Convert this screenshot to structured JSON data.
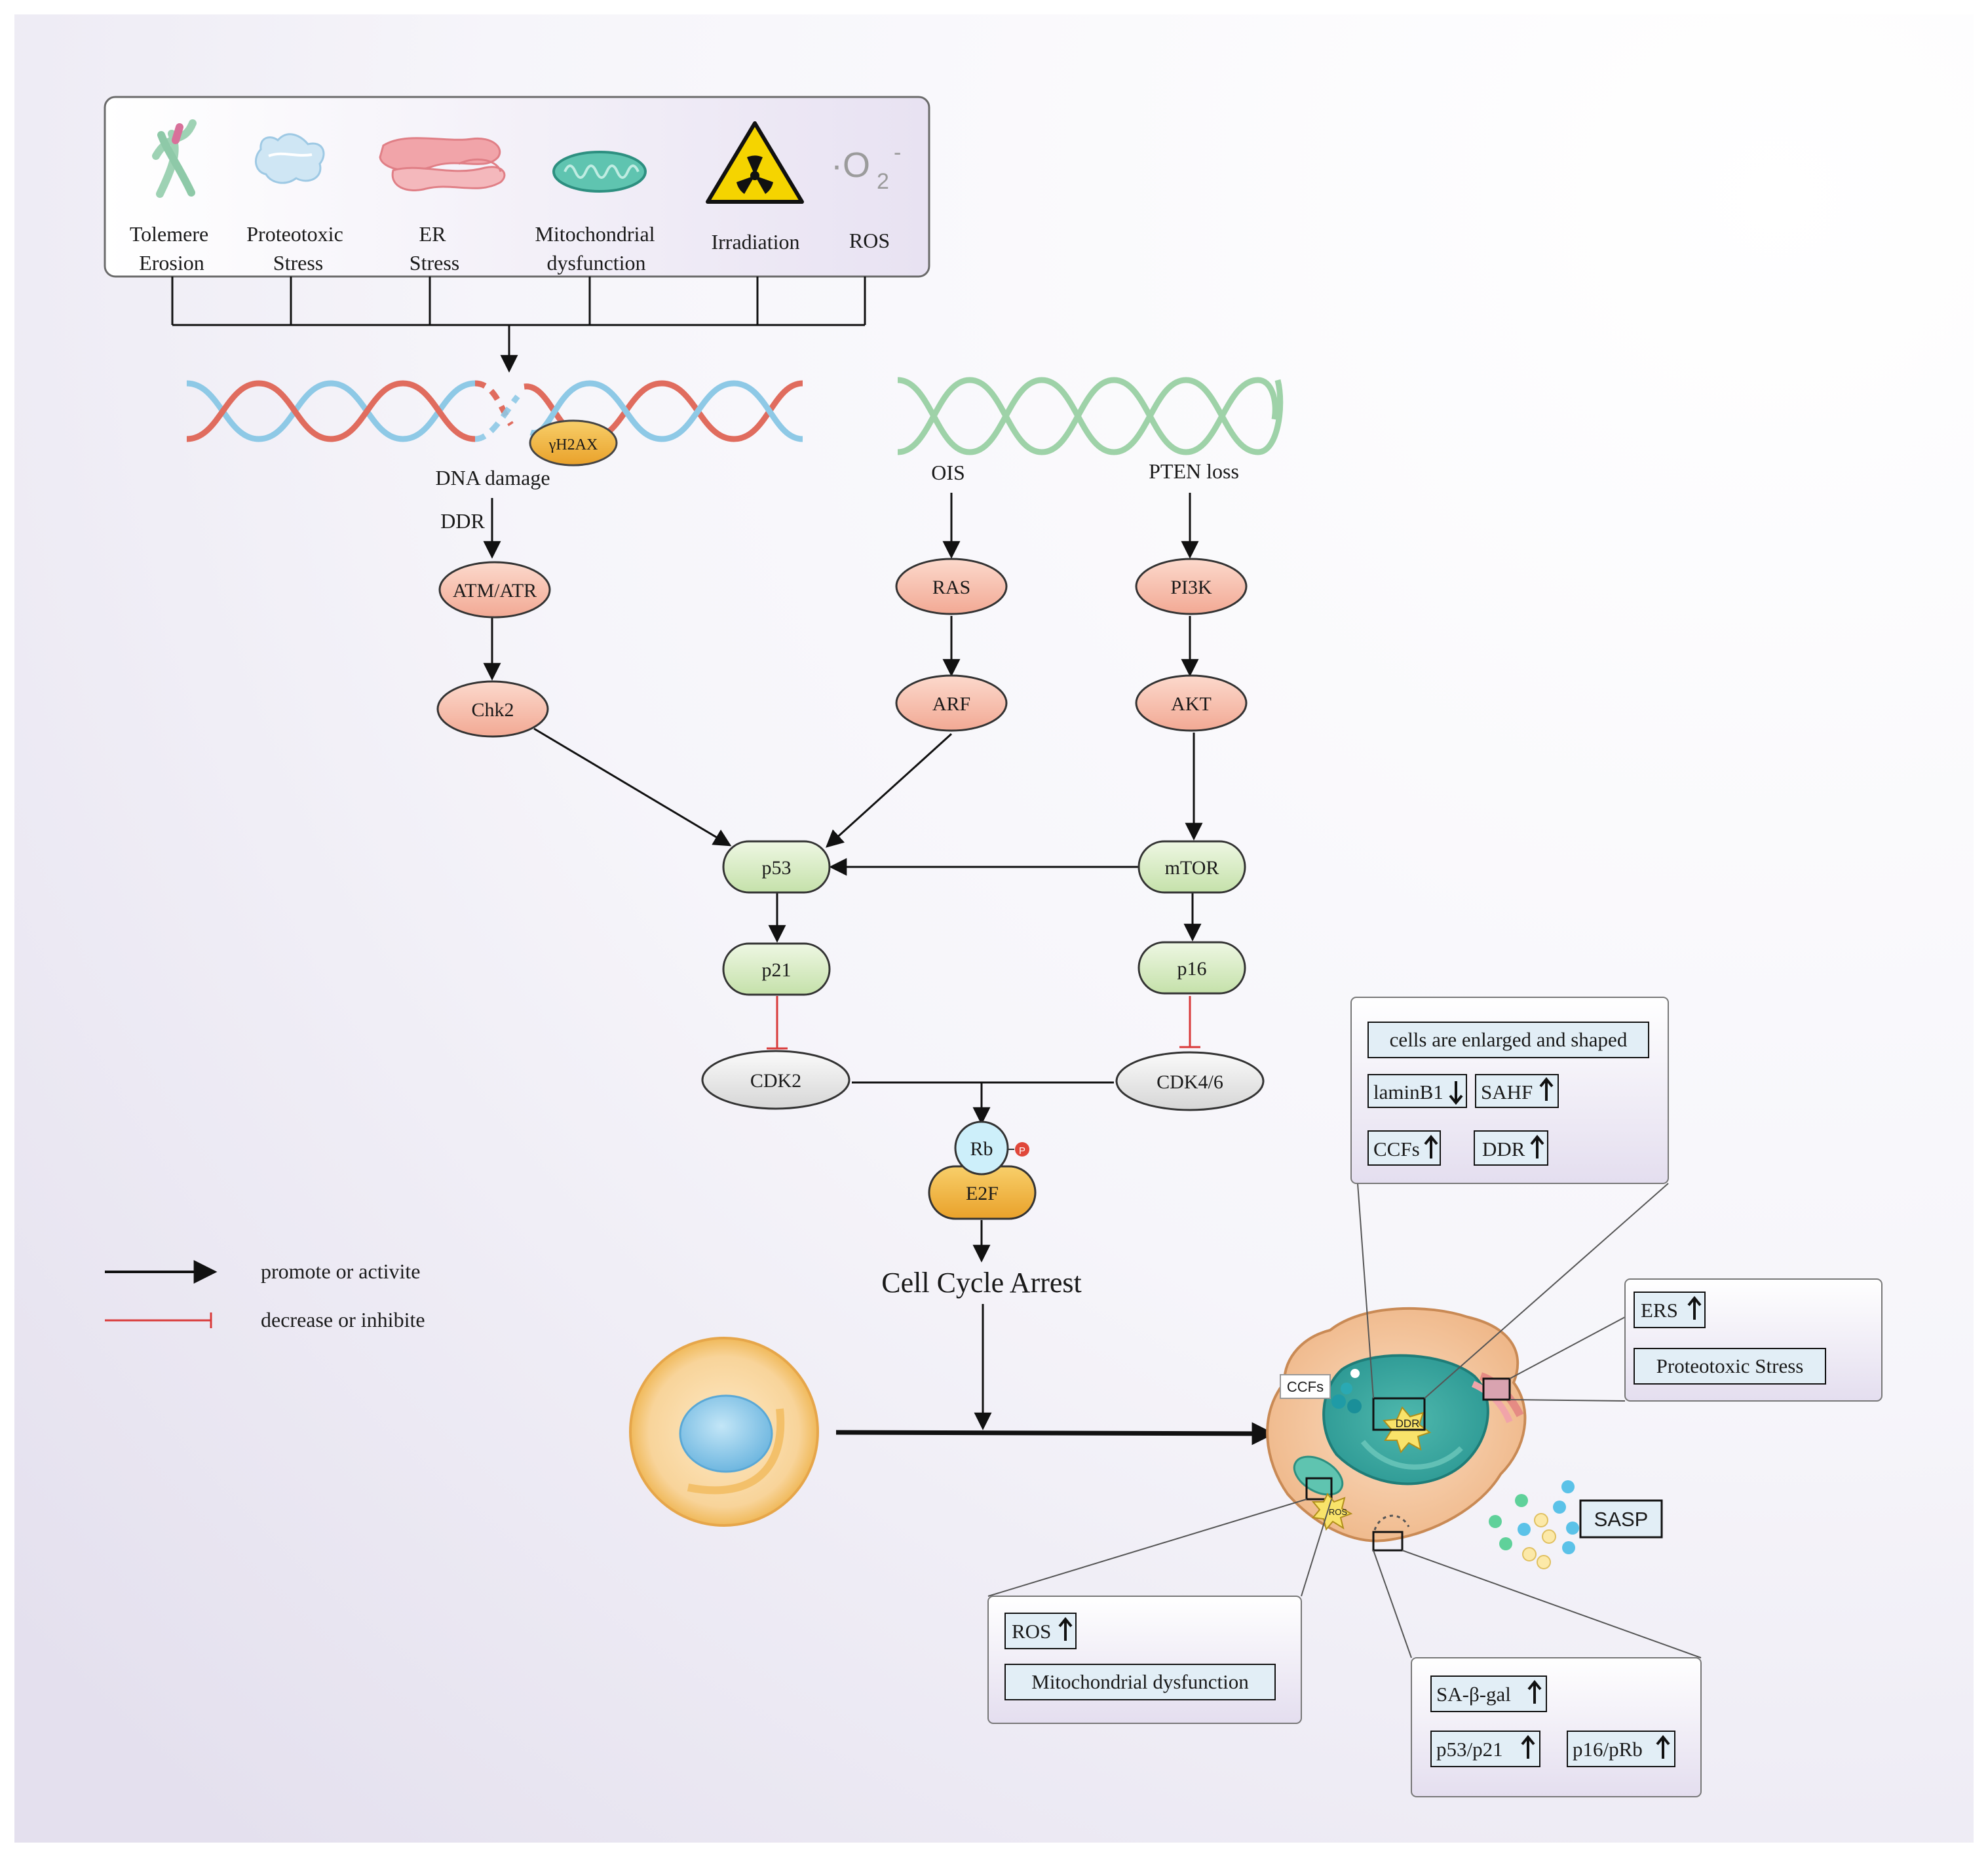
{
  "stressors": [
    {
      "line1": "Tolemere",
      "line2": "Erosion",
      "icon": "chromosome-icon"
    },
    {
      "line1": "Proteotoxic",
      "line2": "Stress",
      "icon": "protein-aggregate-icon"
    },
    {
      "line1": "ER",
      "line2": "Stress",
      "icon": "endoplasmic-reticulum-icon"
    },
    {
      "line1": "Mitochondrial",
      "line2": "dysfunction",
      "icon": "mitochondrion-icon"
    },
    {
      "line1": "Irradiation",
      "line2": "",
      "icon": "radiation-hazard-icon"
    },
    {
      "line1": "ROS",
      "line2": "",
      "icon": "superoxide-icon"
    }
  ],
  "superoxide": {
    "symbol": "·O",
    "sub": "2",
    "sup": "-"
  },
  "dna": {
    "damage_label": "DNA damage",
    "marker": "γH2AX",
    "ddr_label": "DDR"
  },
  "ois_label": "OIS",
  "pten_label": "PTEN loss",
  "nodes": {
    "atm": "ATM/ATR",
    "chk2": "Chk2",
    "ras": "RAS",
    "arf": "ARF",
    "pi3k": "PI3K",
    "akt": "AKT",
    "p53": "p53",
    "mtor": "mTOR",
    "p21": "p21",
    "p16": "p16",
    "cdk2": "CDK2",
    "cdk46": "CDK4/6",
    "rb": "Rb",
    "p": "P",
    "e2f": "E2F"
  },
  "arrest_label": "Cell Cycle Arrest",
  "legend": {
    "promote": "promote or activite",
    "inhibit": "decrease or inhibite"
  },
  "cell": {
    "ccfs": "CCFs",
    "ddr": "DDR",
    "ros": "ROS",
    "sasp": "SASP"
  },
  "box_nucleus": {
    "enlarged": "cells are enlarged and shaped",
    "laminb1": "laminB1",
    "sahf": "SAHF",
    "ccfs": "CCFs",
    "ddr": "DDR"
  },
  "box_er": {
    "ers": "ERS",
    "proteotoxic": "Proteotoxic Stress"
  },
  "box_mito": {
    "ros": "ROS",
    "mito": "Mitochondrial dysfunction"
  },
  "box_markers": {
    "sabgal": "SA-β-gal",
    "p53p21": "p53/p21",
    "p16prb": "p16/pRb"
  },
  "colors": {
    "node_salmon": "#f7c4b4",
    "node_green": "#dcedc8",
    "node_grey": "#e6e6e6",
    "e2f": "#f2b43c",
    "inhibit": "#d93a3a",
    "dna_red": "#e06c5e",
    "dna_blue": "#8ec9e6",
    "dna_green": "#9ed2a8",
    "label_box": "#e2eef6"
  }
}
